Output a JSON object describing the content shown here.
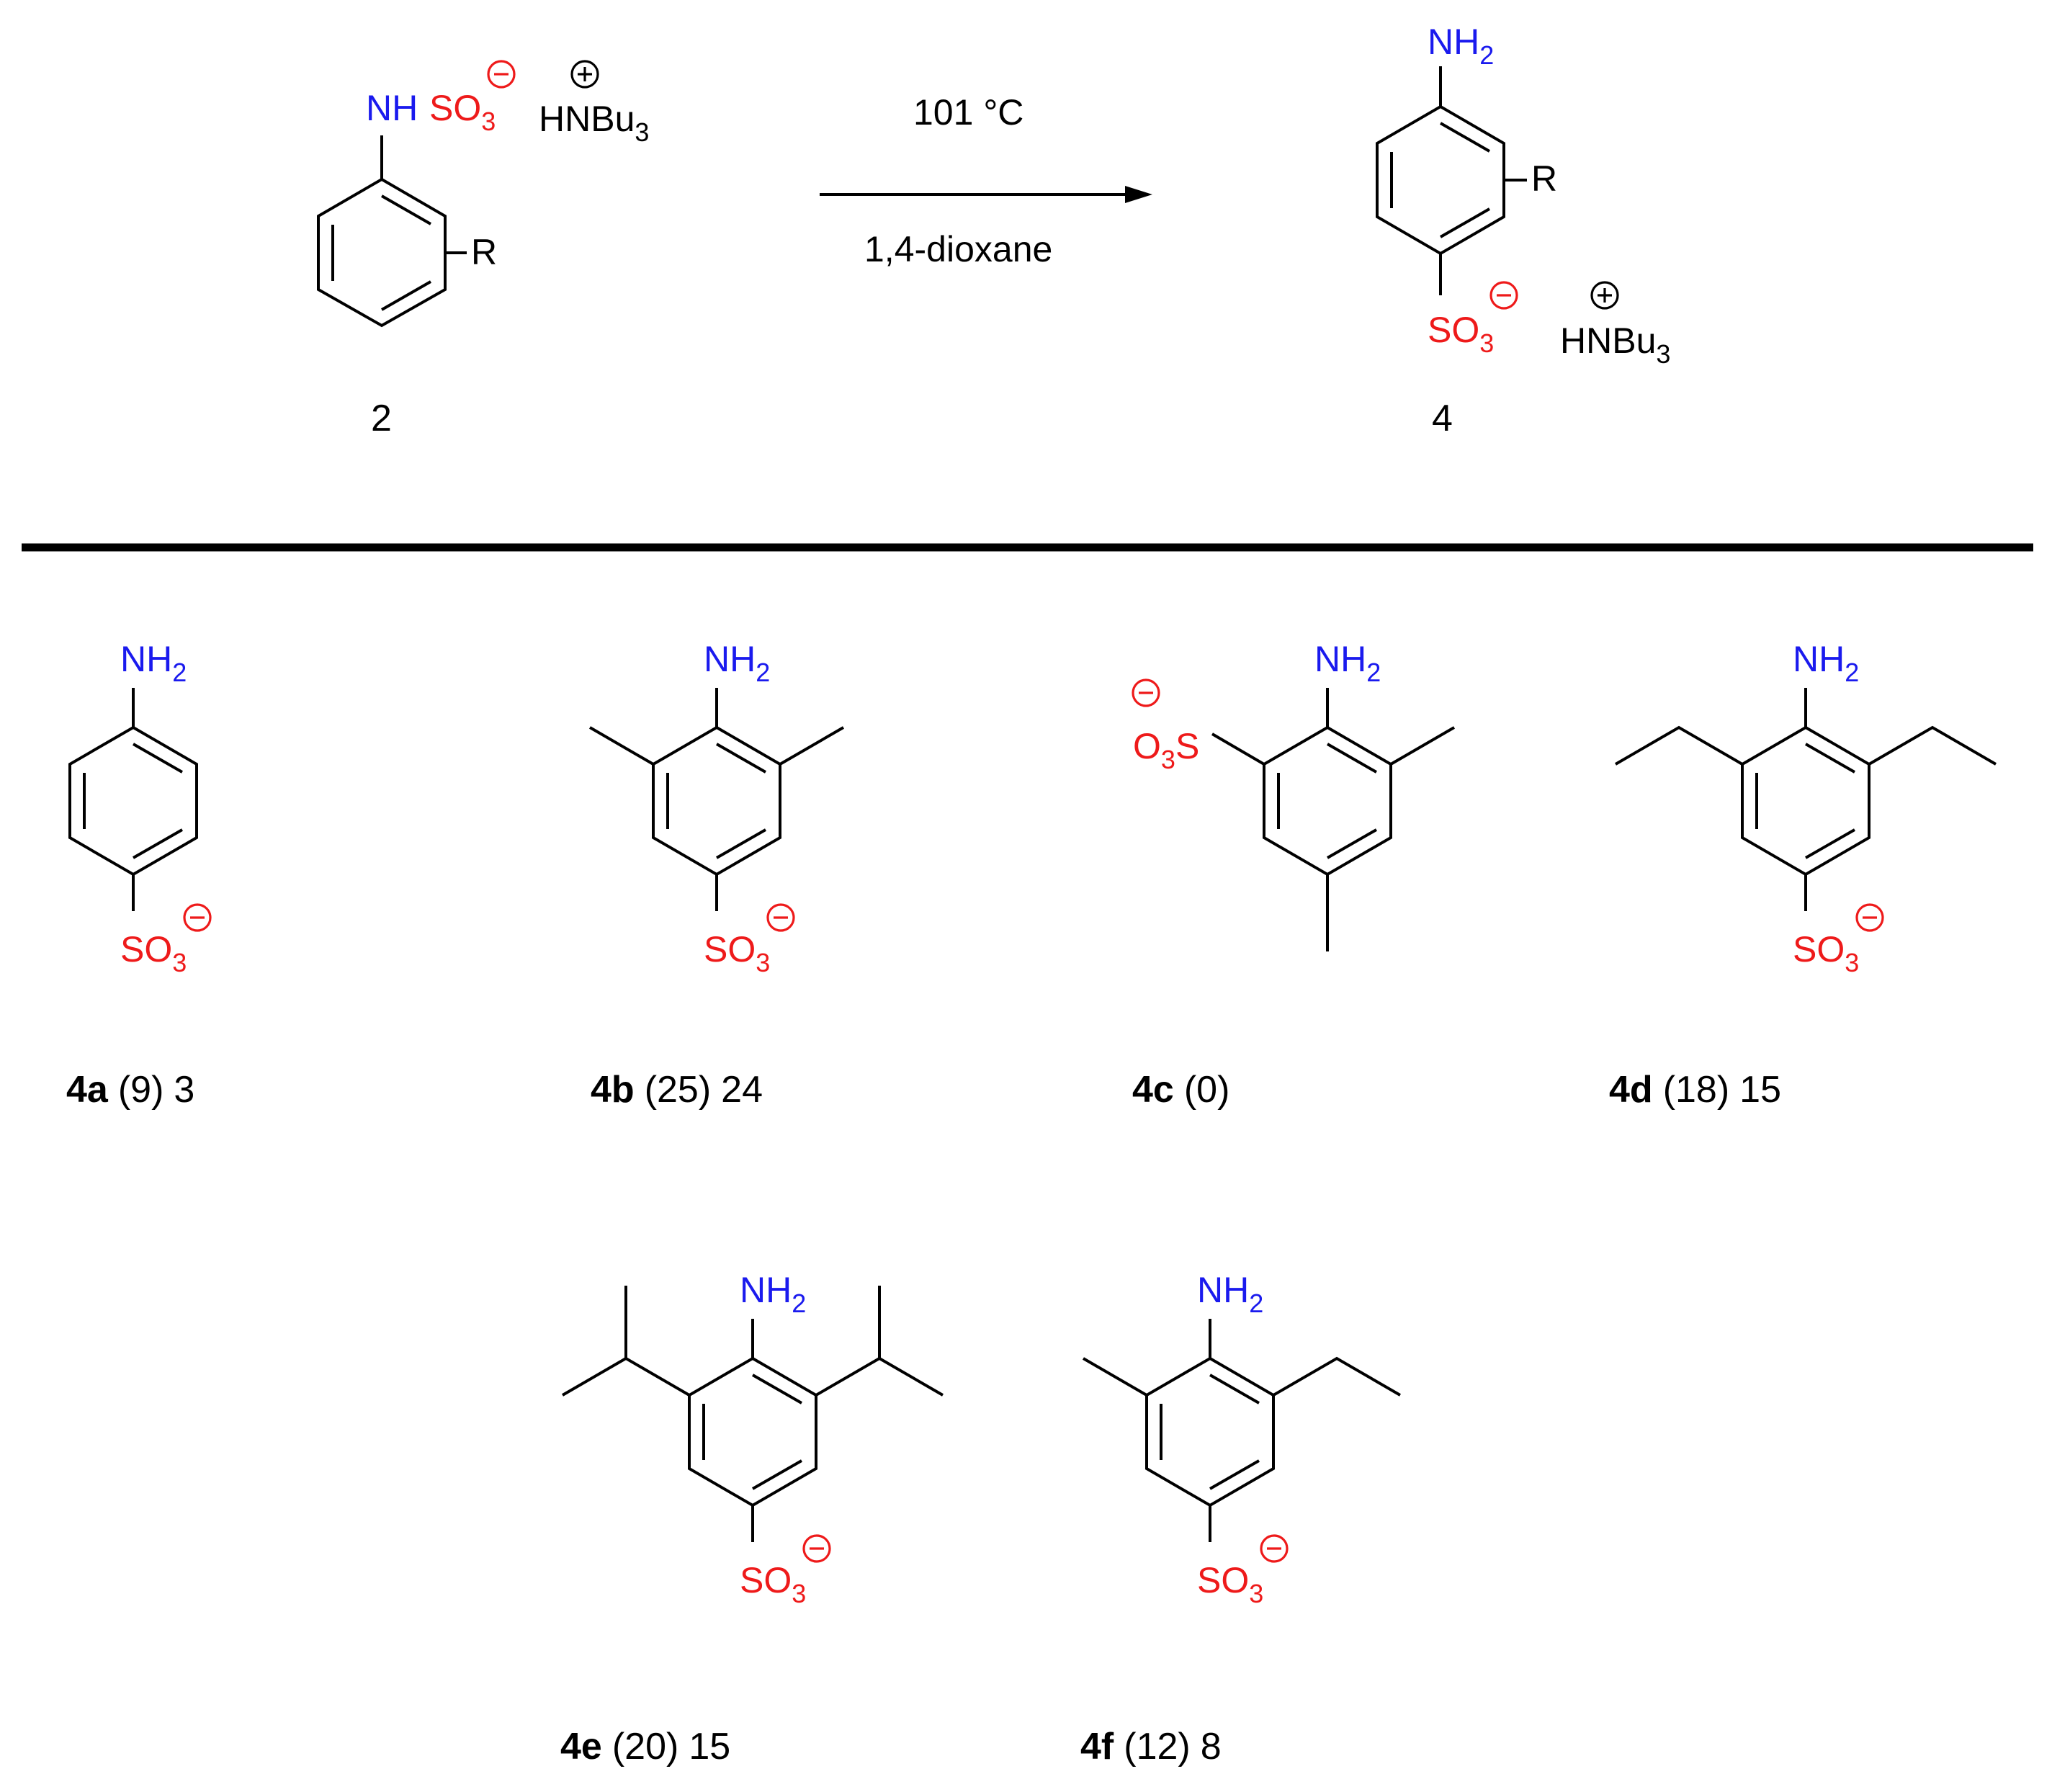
{
  "colors": {
    "nitrogen": "#1a1aee",
    "sulfur_oxygen": "#ee1a1a",
    "bond": "#000000",
    "text": "#000000"
  },
  "reaction": {
    "conditions_above": "101 °C",
    "conditions_below": "1,4-dioxane",
    "reactant": {
      "id": "2",
      "nh": "NH",
      "so3": "SO",
      "so3_sub": "3",
      "r": "R",
      "counterion": "HNBu",
      "counterion_sub": "3"
    },
    "product": {
      "id": "4",
      "nh2": "NH",
      "nh2_sub": "2",
      "so3": "SO",
      "so3_sub": "3",
      "r": "R",
      "counterion": "HNBu",
      "counterion_sub": "3"
    }
  },
  "compounds": [
    {
      "id": "4a",
      "yield_paren": "(9)",
      "yield": "3"
    },
    {
      "id": "4b",
      "yield_paren": "(25)",
      "yield": "24"
    },
    {
      "id": "4c",
      "yield_paren": "(0)",
      "yield": ""
    },
    {
      "id": "4d",
      "yield_paren": "(18)",
      "yield": "15"
    },
    {
      "id": "4e",
      "yield_paren": "(20)",
      "yield": "15"
    },
    {
      "id": "4f",
      "yield_paren": "(12)",
      "yield": "8"
    }
  ],
  "atoms": {
    "nh2": "NH",
    "nh2_sub": "2",
    "so3": "SO",
    "so3_sub": "3",
    "o3s_o": "O",
    "o3s_sub": "3",
    "o3s_s": "S"
  }
}
